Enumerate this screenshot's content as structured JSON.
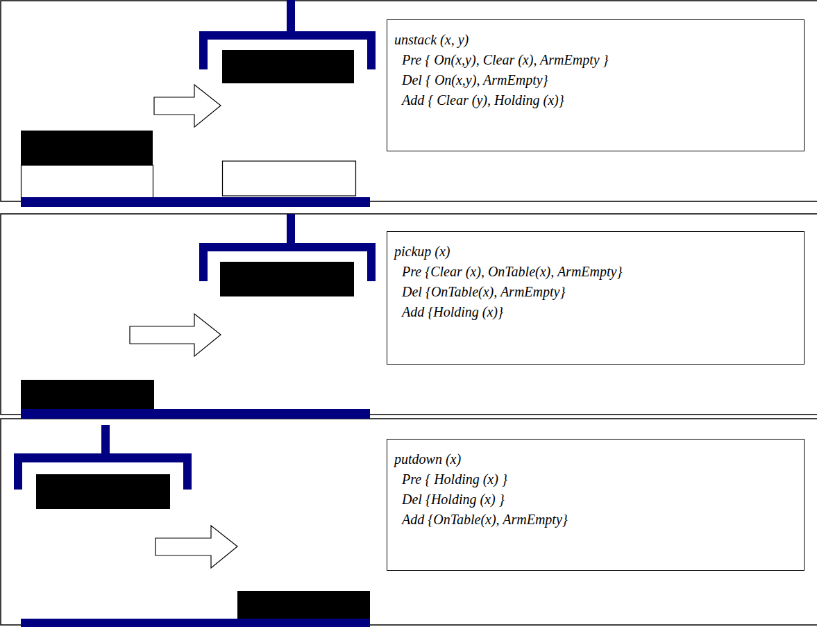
{
  "diagram": {
    "nodes": [
      {
        "text": [
          "unstack (x, y)",
          "Pre { On(x,y), Clear (x), ArmEmpty }",
          "Del { On(x,y), ArmEmpty}",
          "Add { Clear (y), Holding (x)}"
        ]
      },
      {
        "text": [
          "pickup (x)",
          "Pre {Clear (x), OnTable(x), ArmEmpty}",
          "Del {OnTable(x), ArmEmpty}",
          "Add {Holding (x)}"
        ]
      },
      {
        "text": [
          "putdown (x)",
          "Pre { Holding (x) }",
          "Del {Holding (x) }",
          "Add {OnTable(x), ArmEmpty}"
        ]
      }
    ]
  }
}
